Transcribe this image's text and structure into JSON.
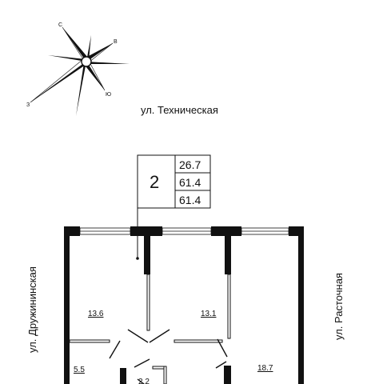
{
  "compass": {
    "north": "С",
    "east": "В",
    "south": "Ю",
    "west": "З"
  },
  "streets": {
    "top": "ул. Техническая",
    "left": "ул. Дружининская",
    "right": "ул. Расточная"
  },
  "apartment": {
    "number": "2",
    "living_area": "26.7",
    "total_area": "61.4",
    "total_area_with_balcony": "61.4"
  },
  "rooms": [
    {
      "id": "room-1",
      "area": "13.6"
    },
    {
      "id": "room-2",
      "area": "13.1"
    },
    {
      "id": "room-3",
      "area": "18.7"
    },
    {
      "id": "hall",
      "area": "5.5"
    },
    {
      "id": "bath",
      "area": "2.2"
    }
  ]
}
